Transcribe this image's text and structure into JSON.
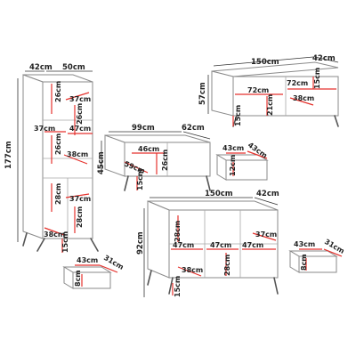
{
  "colors": {
    "dimension_line": "#e5322d",
    "outline": "#8a8a8a",
    "label": "#222222"
  },
  "tall_cabinet": {
    "depth": "42cm",
    "width": "50cm",
    "height": "177cm",
    "shelf_h1": "26cm",
    "shelf_w1": "37cm",
    "shelf_h2": "26cm",
    "inner_w_left": "37cm",
    "inner_w_right": "47cm",
    "shelf_h3": "26cm",
    "shelf_w3": "38cm",
    "door_h": "28cm",
    "door_w": "37cm",
    "door_h2": "28cm",
    "shelf_w4": "38cm",
    "leg_h": "15cm",
    "drawer_w": "43cm",
    "drawer_d": "31cm",
    "drawer_h": "8cm"
  },
  "tv_stand": {
    "width": "150cm",
    "depth": "42cm",
    "height": "57cm",
    "inner_w1": "72cm",
    "inner_w2": "72cm",
    "inner_h": "15cm",
    "shelf_h": "21cm",
    "shelf_d": "38cm",
    "leg_h": "15cm"
  },
  "coffee_table": {
    "width": "99cm",
    "depth": "62cm",
    "height": "45cm",
    "inner_w": "46cm",
    "inner_h": "26cm",
    "drawer_d": "59cm",
    "leg_h": "15cm",
    "drawer_w": "43cm",
    "drawer_d2": "43cm",
    "drawer_h": "12cm"
  },
  "sideboard": {
    "width": "150cm",
    "depth": "42cm",
    "height": "92cm",
    "inner_h1": "28cm",
    "inner_w1": "47cm",
    "inner_w2": "47cm",
    "inner_w3": "47cm",
    "inner_d": "37cm",
    "inner_h2": "28cm",
    "shelf_d": "38cm",
    "leg_h": "15cm",
    "drawer_w": "43cm",
    "drawer_d": "31cm",
    "drawer_h": "8cm"
  }
}
